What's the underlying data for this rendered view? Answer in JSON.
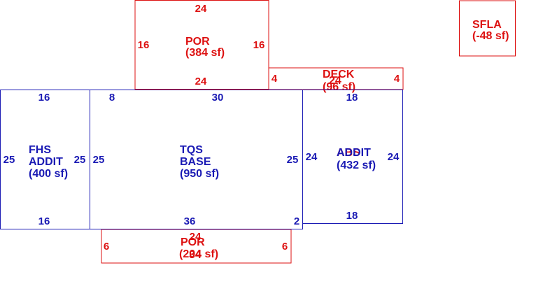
{
  "colors": {
    "red": "#dd1111",
    "blue": "#1a1ab4"
  },
  "areas": {
    "por_top": {
      "name": "POR",
      "area": "(384 sf)",
      "dims": {
        "top": "24",
        "bottom": "24",
        "left": "16",
        "right": "16"
      }
    },
    "sfla": {
      "name": "SFLA",
      "area": "(-48 sf)"
    },
    "deck": {
      "name": "DECK",
      "area": "(96 sf)",
      "overlap_code": "24",
      "dims": {
        "left": "4",
        "right": "4"
      }
    },
    "fhs_addit": {
      "line1": "FHS",
      "line2": "ADDIT",
      "area": "(400 sf)",
      "dims": {
        "top": "16",
        "bottom": "16",
        "left": "25",
        "right": "25"
      }
    },
    "tqs_base": {
      "line1": "TQS",
      "line2": "BASE",
      "area": "(950 sf)",
      "dims": {
        "top_left": "8",
        "top": "30",
        "bottom": "36",
        "left": "25",
        "right": "25",
        "bottom_right": "2"
      }
    },
    "addit": {
      "name": "ADDIT",
      "overlap_code": "ABS",
      "area": "(432 sf)",
      "dims": {
        "top": "18",
        "bottom": "18",
        "left": "24",
        "right": "24"
      }
    },
    "por_bottom": {
      "name": "POR",
      "area": "(204 sf)",
      "overlap_dim": "34",
      "top_dim": "24",
      "dims": {
        "left": "6",
        "right": "6"
      }
    }
  }
}
